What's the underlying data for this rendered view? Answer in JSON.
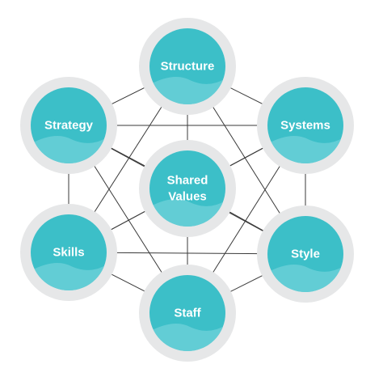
{
  "colors": {
    "circle_fill": "#3cbfc8",
    "circle_light": "#6fd2d9",
    "ring": "#e6e7e8",
    "line": "#3a3a3a",
    "text": "#ffffff"
  },
  "nodes": [
    {
      "id": "structure",
      "lines": [
        "Structure"
      ]
    },
    {
      "id": "systems",
      "lines": [
        "Systems"
      ]
    },
    {
      "id": "style",
      "lines": [
        "Style"
      ]
    },
    {
      "id": "staff",
      "lines": [
        "Staff"
      ]
    },
    {
      "id": "skills",
      "lines": [
        "Skills"
      ]
    },
    {
      "id": "strategy",
      "lines": [
        "Strategy"
      ]
    },
    {
      "id": "shared-values",
      "lines": [
        "Shared",
        "Values"
      ]
    }
  ]
}
